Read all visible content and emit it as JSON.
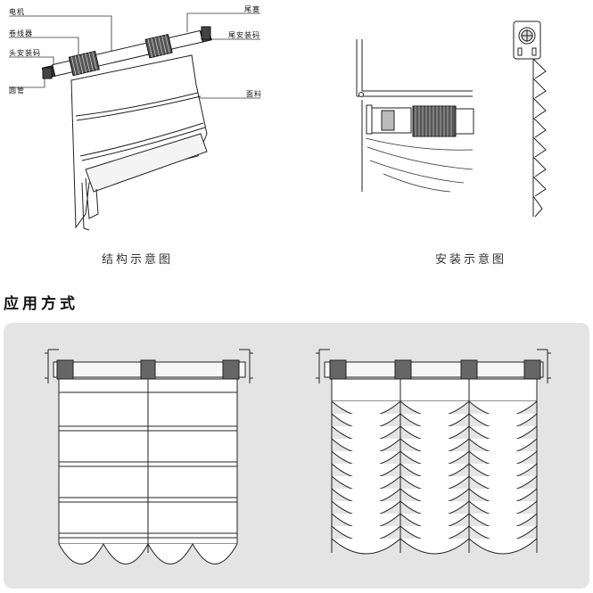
{
  "structure_labels": {
    "motor": "电机",
    "winder": "卷线器",
    "head_bracket": "头安装码",
    "tube": "圆管",
    "end_plug": "尾塞",
    "end_bracket": "尾安装码",
    "fabric": "面料"
  },
  "captions": {
    "structure": "结构示意图",
    "install": "安装示意图"
  },
  "section_title": "应用方式",
  "colors": {
    "panel_bg": "#e4e4e4",
    "line": "#222222"
  }
}
